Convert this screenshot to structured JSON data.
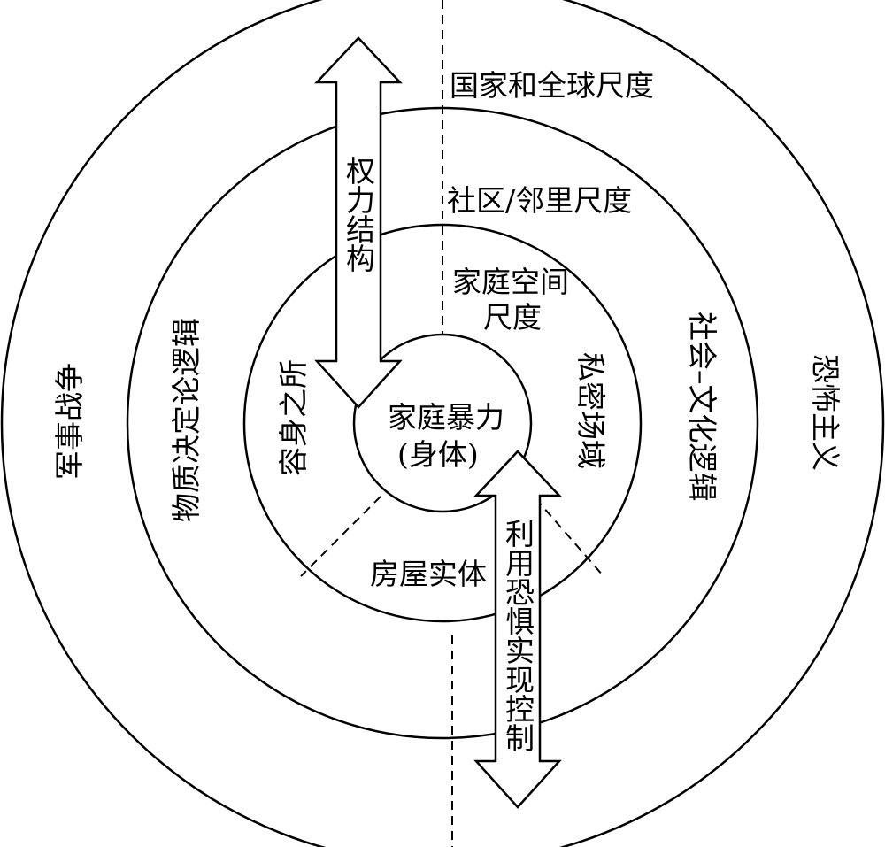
{
  "colors": {
    "stroke": "#000000",
    "fill": "#ffffff"
  },
  "scales": {
    "global": "国家和全球尺度",
    "community": "社区/邻里尺度",
    "home_line1": "家庭空间",
    "home_line2": "尺度",
    "core_line1": "家庭暴力",
    "core_line2": "(身体)"
  },
  "ring_labels": {
    "outer_left": "军事战争",
    "outer_right": "恐怖主义",
    "middle_left": "物质决定论逻辑",
    "middle_right": "社会–文化逻辑",
    "inner_left": "容身之所",
    "inner_right": "私密场域",
    "inner_bottom": "房屋实体"
  },
  "arrows": {
    "power": "权力结构",
    "fear": "利用恐惧实现控制"
  }
}
